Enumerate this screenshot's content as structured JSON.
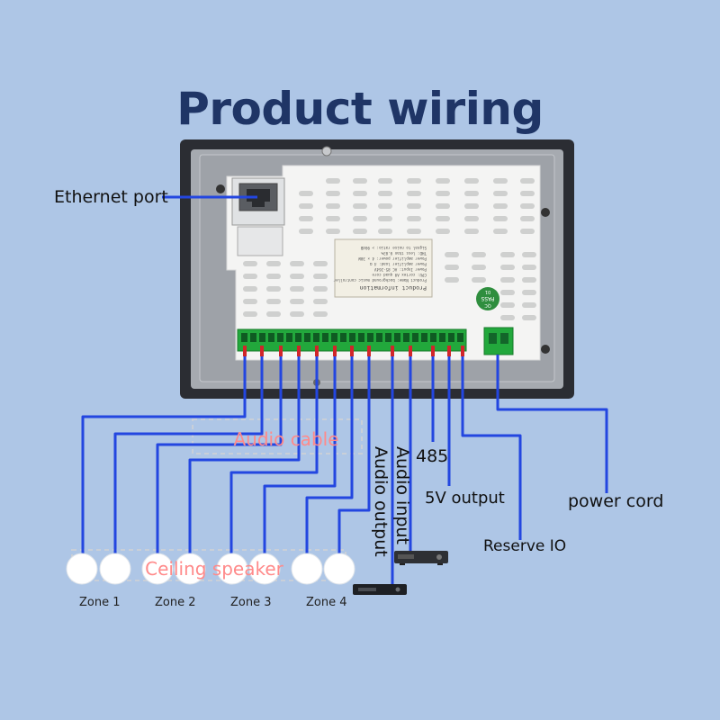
{
  "title": "Product wiring",
  "labels": {
    "ethernet": "Ethernet port",
    "audio_cable": "Audio cable",
    "audio_output": "Audio output",
    "audio_input": "Audio input",
    "rs485": "485",
    "five_v": "5V output",
    "reserve_io": "Reserve IO",
    "power_cord": "power cord",
    "ceiling_speaker": "Ceiling speaker"
  },
  "zones": [
    "Zone 1",
    "Zone 2",
    "Zone 3",
    "Zone 4"
  ],
  "product_info": {
    "heading": "Product information",
    "lines": [
      "Product Name: background music controller",
      "CPU: cortex A9 quad core",
      "Power Input: AC 85-264V",
      "Power amplifier load: 4 Ω",
      "Power amplifier power: 4 × 30W",
      "THD: less than 0.03%",
      "Signal to noise ratio: > 90dB"
    ]
  },
  "badge": {
    "line1": "QC",
    "line2": "PASS",
    "line3": "01"
  },
  "colors": {
    "background": "#aec6e6",
    "title": "#1f3566",
    "wire": "#2346e0",
    "terminal": "#1ea83a",
    "ghost_text": "#ff8a8a"
  }
}
